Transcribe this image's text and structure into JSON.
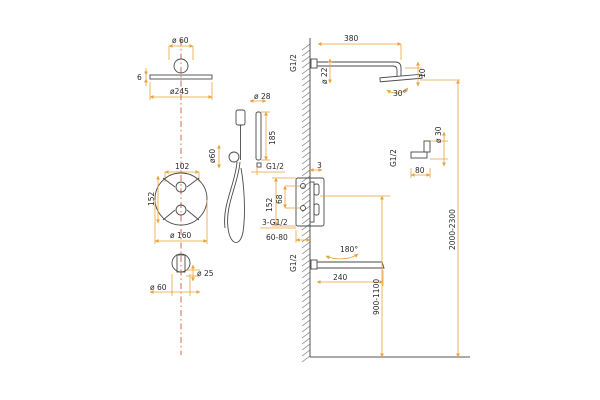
{
  "colors": {
    "dimension": "#e8a33a",
    "part": "#4a4a4a",
    "centerline": "#d3422e"
  },
  "labels": {
    "head_stem_dia": "ø 60",
    "head_thickness": "6",
    "head_dia": "ø245",
    "hand_top_dia": "ø 28",
    "hand_length": "185",
    "hand_holder_dia": "ø60",
    "hand_g": "G1/2",
    "plate_width": "102",
    "plate_height": "152",
    "plate_dia": "ø 160",
    "spout_dia": "ø 25",
    "spout_base_dia": "ø 60",
    "arm_length": "380",
    "arm_g": "G1/2",
    "arm_dia": "ø 22",
    "arm_height": "10",
    "tilt": "30°",
    "holder_dia": "ø 30",
    "holder_g": "G1/2",
    "holder_width": "80",
    "mixer_offset": "3",
    "mixer_height": "152",
    "mixer_inner": "68",
    "mixer_thread": "3-G1/2",
    "mixer_depth": "60-80",
    "spout_rotation": "180°",
    "spout_g": "G1/2",
    "spout_length": "240",
    "spout_install_height": "900-1100",
    "head_install_height": "2000-2300"
  }
}
